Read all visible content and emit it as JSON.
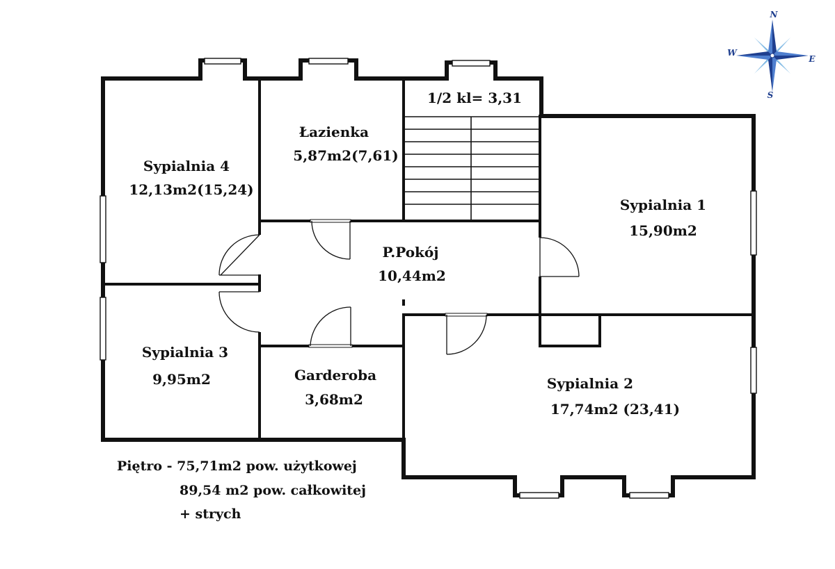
{
  "compass": {
    "n": "N",
    "e": "E",
    "s": "S",
    "w": "W",
    "color": "#1f3f8f"
  },
  "rooms": {
    "bedroom4": {
      "name": "Sypialnia 4",
      "area": "12,13m2(15,24)"
    },
    "bathroom": {
      "name": "Łazienka",
      "area": "5,87m2(7,61)"
    },
    "stairs": {
      "label": "1/2 kl= 3,31"
    },
    "bedroom1": {
      "name": "Sypialnia 1",
      "area": "15,90m2"
    },
    "hall": {
      "name": "P.Pokój",
      "area": "10,44m2"
    },
    "bedroom3": {
      "name": "Sypialnia 3",
      "area": "9,95m2"
    },
    "wardrobe": {
      "name": "Garderoba",
      "area": "3,68m2"
    },
    "bedroom2": {
      "name": "Sypialnia 2",
      "area": "17,74m2 (23,41)"
    }
  },
  "summary": {
    "line1": "Piętro - 75,71m2 pow. użytkowej",
    "line2": "89,54 m2 pow. całkowitej",
    "line3": "+ strych"
  }
}
